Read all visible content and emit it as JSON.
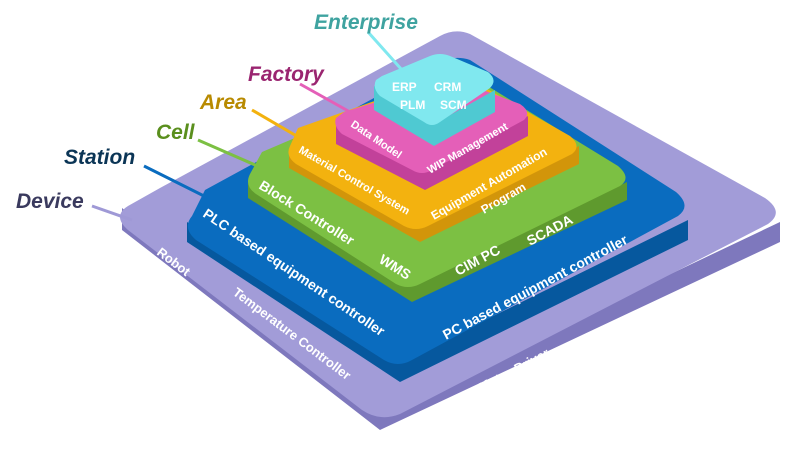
{
  "levels": [
    {
      "key": "device",
      "label": "Device",
      "color": "#3a3a5e",
      "fill": "#9f99d6",
      "side": "#7e78bd",
      "items": {
        "robot": "Robot",
        "temperature": "Temperature Controller",
        "motor": "Motor Driver",
        "pid": "PID Controller"
      }
    },
    {
      "key": "station",
      "label": "Station",
      "color": "#0b3556",
      "fill": "#0a6cbf",
      "side": "#06589e",
      "items": {
        "plc": "PLC based equipment controller",
        "pc": "PC based equipment controller"
      }
    },
    {
      "key": "cell",
      "label": "Cell",
      "color": "#5a8f1d",
      "fill": "#7cc043",
      "side": "#5f9a2e",
      "items": {
        "block": "Block Controller",
        "wms": "WMS",
        "cim": "CIM PC",
        "scada": "SCADA"
      }
    },
    {
      "key": "area",
      "label": "Area",
      "color": "#b88a00",
      "fill": "#f3b20f",
      "side": "#d2950a",
      "items": {
        "mcs": "Material Control System",
        "eap1": "Equipment Automation",
        "eap2": "Program"
      }
    },
    {
      "key": "factory",
      "label": "Factory",
      "color": "#9a2570",
      "fill": "#e45fb8",
      "side": "#c2419a",
      "items": {
        "datamodel": "Data Model",
        "wip": "WIP Management"
      }
    },
    {
      "key": "enterprise",
      "label": "Enterprise",
      "color": "#3fa3a0",
      "fill": "#7fe8ee",
      "side": "#4fc9d2",
      "items": {
        "erp": "ERP",
        "crm": "CRM",
        "plm": "PLM",
        "scm": "SCM"
      }
    }
  ]
}
